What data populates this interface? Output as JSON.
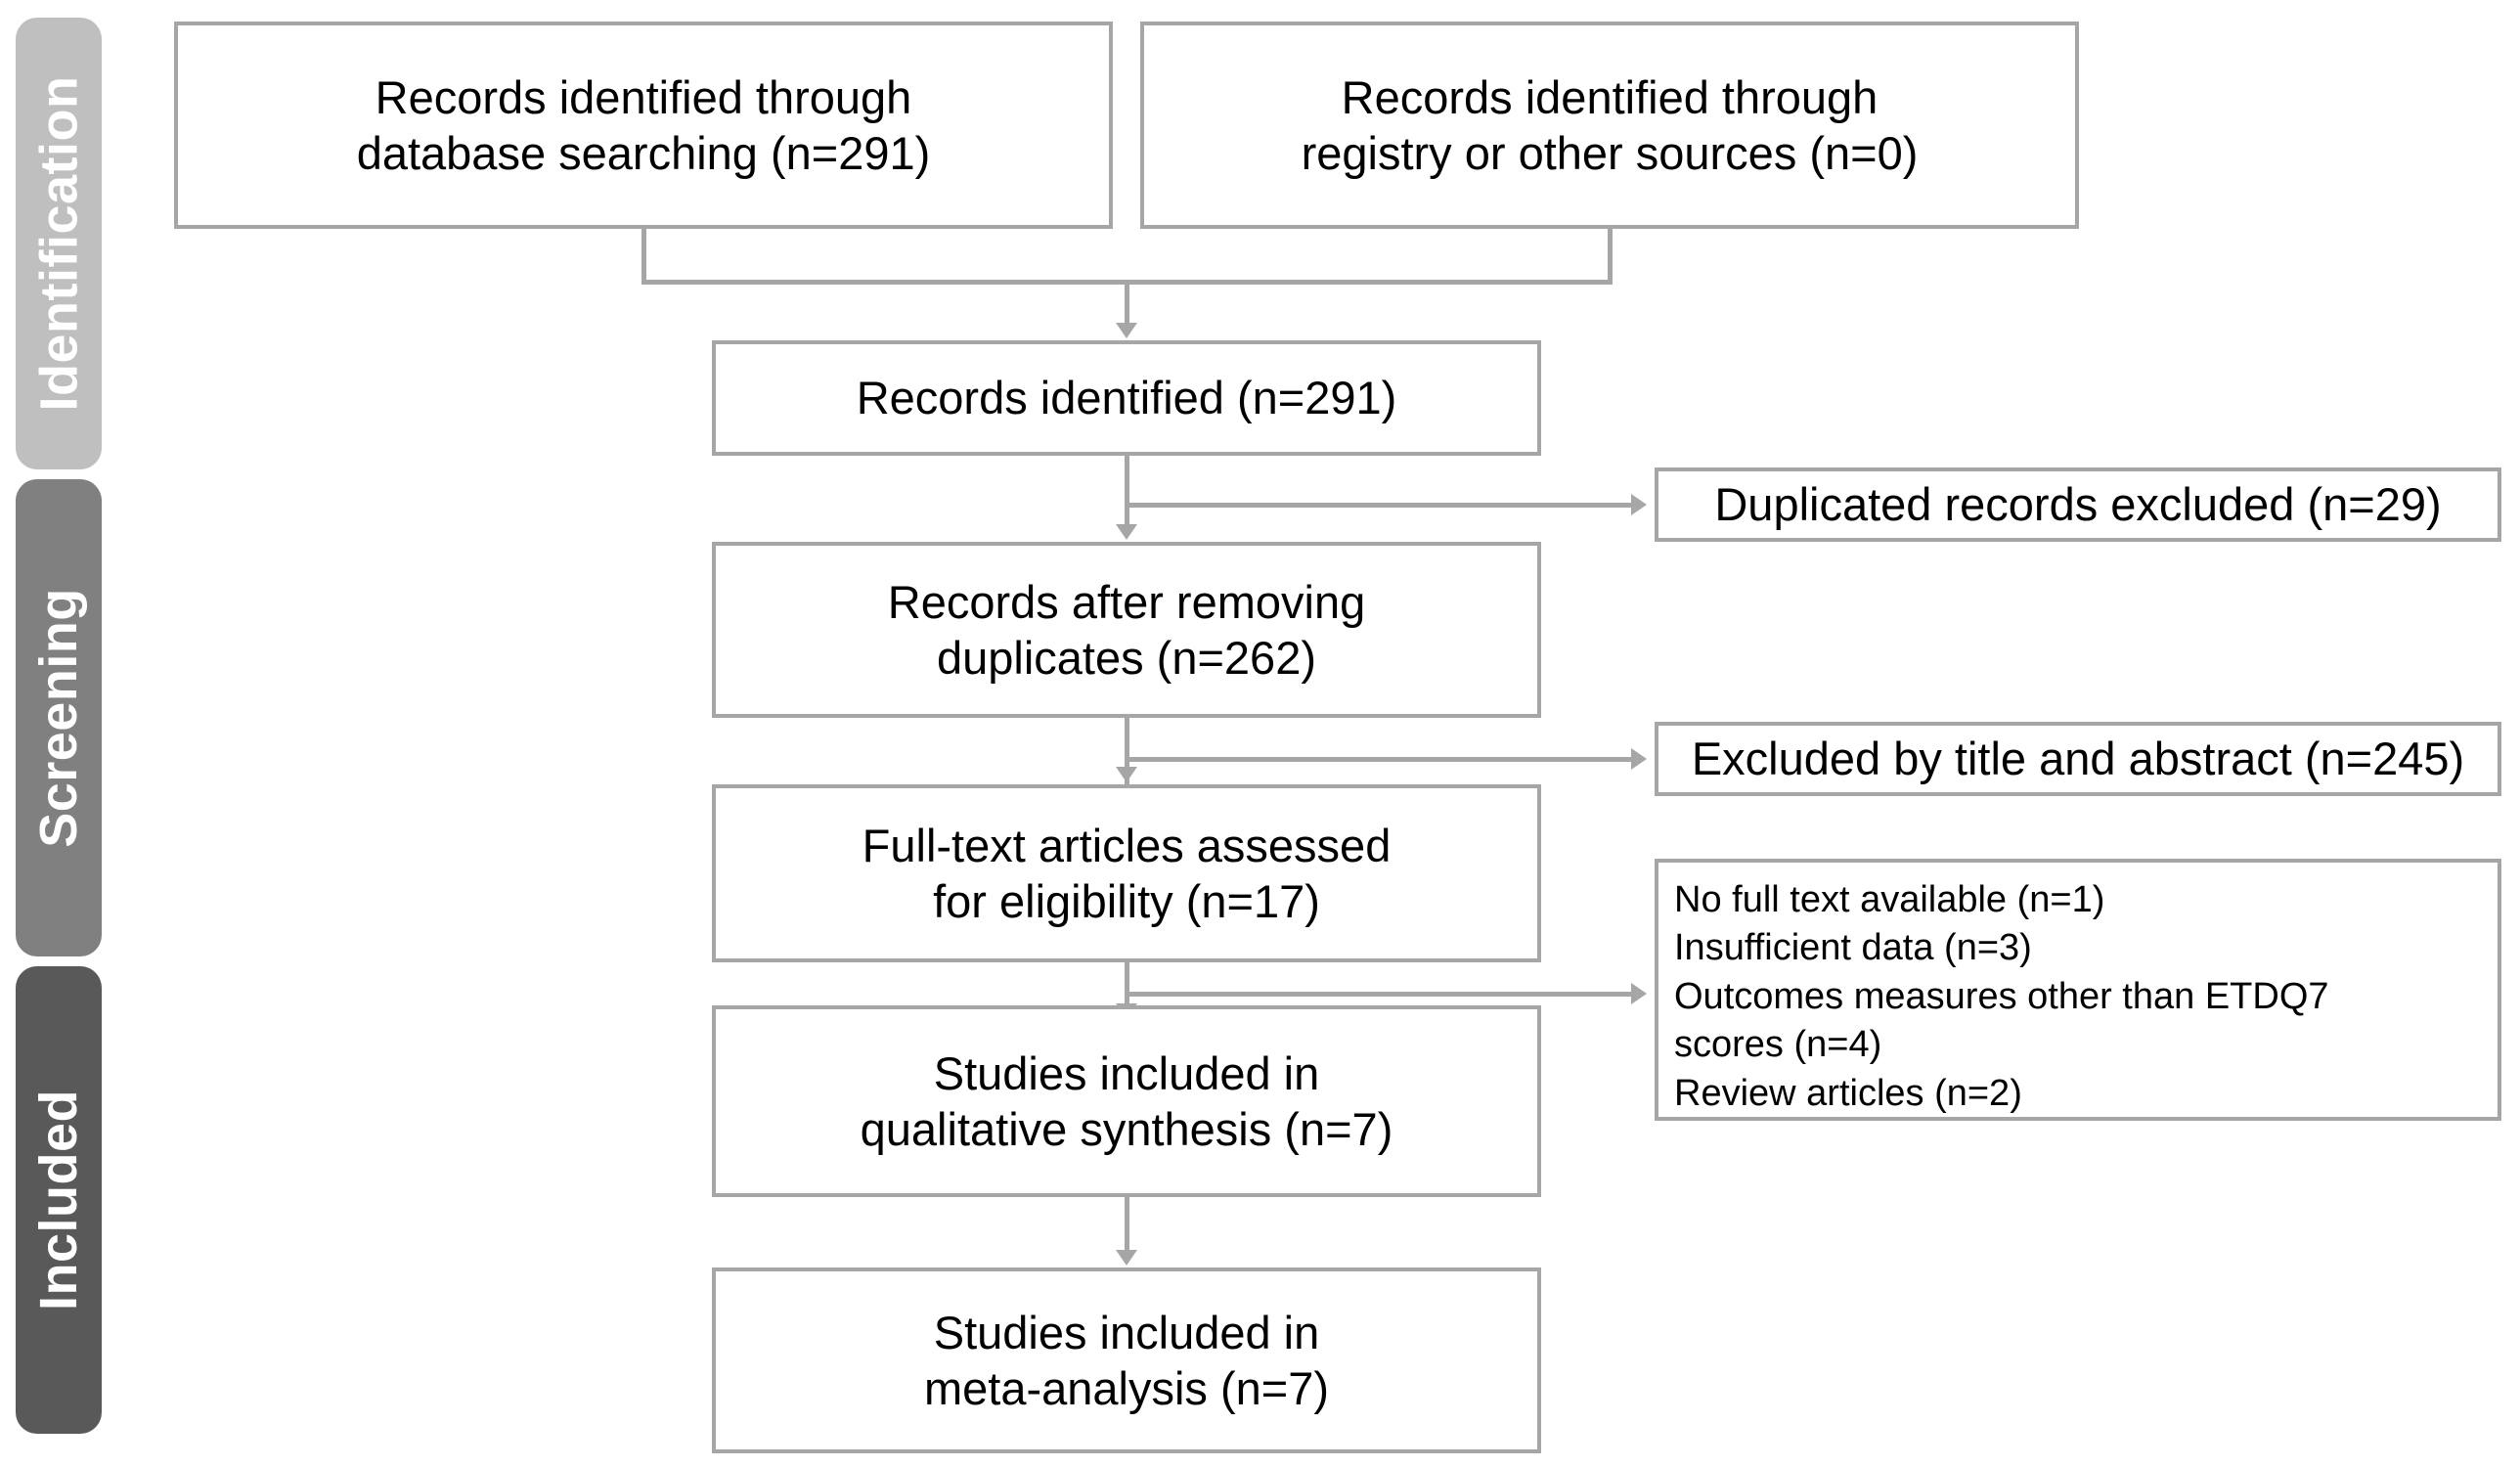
{
  "diagram": {
    "title": "PRISMA flow diagram",
    "colors": {
      "band_identification": "#bfbfbf",
      "band_screening": "#808080",
      "band_included": "#595959",
      "box_border": "#a6a6a6",
      "connector": "#a6a6a6",
      "text": "#000000",
      "band_text": "#ffffff",
      "background": "#ffffff"
    }
  },
  "bands": [
    {
      "id": "identification",
      "label": "Identification"
    },
    {
      "id": "screening",
      "label": "Screening"
    },
    {
      "id": "included",
      "label": "Included"
    }
  ],
  "boxes": {
    "database_search": "Records identified through\ndatabase searching (n=291)",
    "registry_other": "Records identified through\nregistry or other sources (n=0)",
    "records_identified": "Records identified (n=291)",
    "records_after_dedup": "Records after removing\nduplicates (n=262)",
    "fulltext_assessed": "Full-text articles assessed\nfor eligibility (n=17)",
    "qualitative_synthesis": "Studies included in\nqualitative synthesis (n=7)",
    "meta_analysis": "Studies included in\nmeta-analysis (n=7)"
  },
  "exclusions": {
    "duplicates": "Duplicated records excluded (n=29)",
    "title_abstract": "Excluded by title and abstract (n=245)",
    "fulltext_reasons": "No full text available (n=1)\nInsufficient data (n=3)\nOutcomes measures other than ETDQ7\nscores (n=4)\nReview articles (n=2)"
  },
  "counts": {
    "database_searching": 291,
    "registry_or_other_sources": 0,
    "records_identified": 291,
    "duplicated_records_excluded": 29,
    "records_after_removing_duplicates": 262,
    "excluded_by_title_and_abstract": 245,
    "fulltext_assessed_for_eligibility": 17,
    "no_full_text_available": 1,
    "insufficient_data": 3,
    "outcomes_measures_other_than_etdq7_scores": 4,
    "review_articles": 2,
    "studies_in_qualitative_synthesis": 7,
    "studies_in_meta_analysis": 7
  }
}
